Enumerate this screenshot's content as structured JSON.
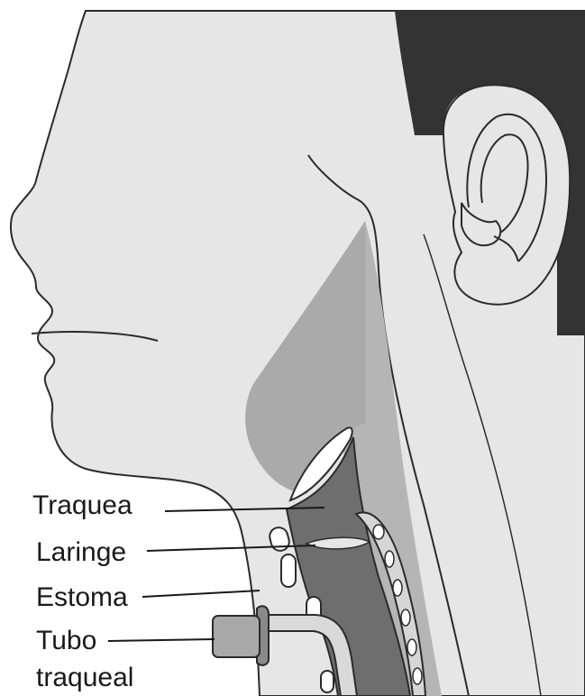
{
  "labels": {
    "trachea": "Traquea",
    "larynx": "Laringe",
    "stoma": "Estoma",
    "tube_line1": "Tubo",
    "tube_line2": "traqueal"
  },
  "colors": {
    "background": "#ffffff",
    "skin": "#e6e6e6",
    "hair": "#333333",
    "mid_gray": "#aaaaaa",
    "trachea_dark": "#6e6e6e",
    "outline": "#2b2b2b",
    "tube": "#cfcfcf",
    "cartilage": "#ffffff"
  }
}
